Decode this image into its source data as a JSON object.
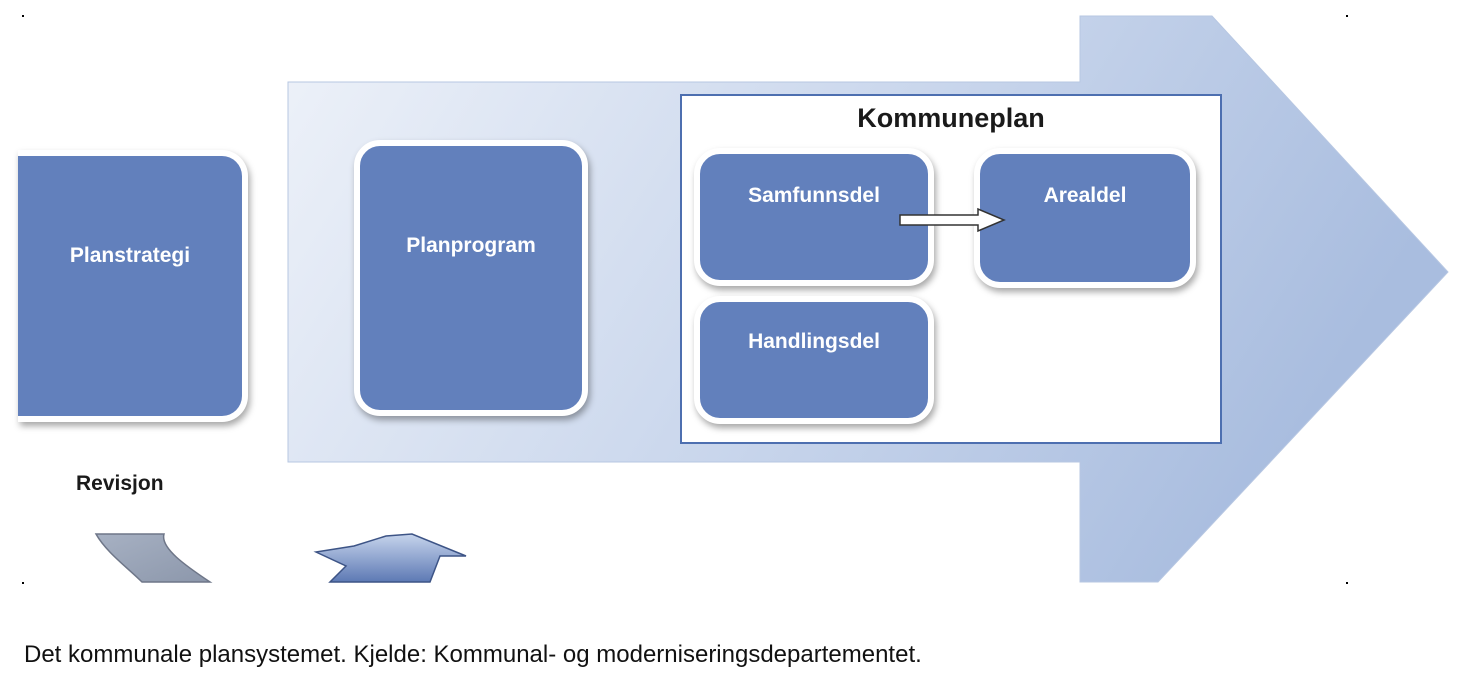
{
  "diagram": {
    "boxes": {
      "planstrategi": "Planstrategi",
      "planprogram": "Planprogram",
      "samfunnsdel": "Samfunnsdel",
      "arealdel": "Arealdel",
      "handlingsdel": "Handlingsdel"
    },
    "kommuneplan_title": "Kommuneplan",
    "revisjon_label": "Revisjon"
  },
  "caption": "Det kommunale plansystemet. Kjelde: Kommunal- og moderniseringsdepartementet.",
  "colors": {
    "box_fill": "#6280bc",
    "arrow_light": "#e2e9f4",
    "arrow_dark": "#9fb4d9",
    "frame_border": "#4d6fb0"
  }
}
